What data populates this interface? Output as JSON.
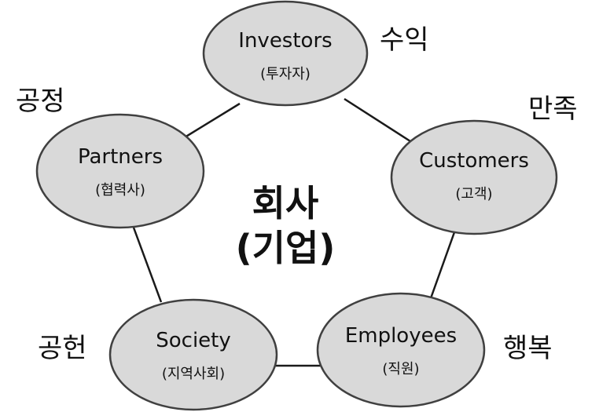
{
  "center": {
    "line1": "회사",
    "line2": "(기업)"
  },
  "nodes": {
    "investors": {
      "name": "Investors",
      "sub": "(투자자)",
      "outcome": "수익"
    },
    "customers": {
      "name": "Customers",
      "sub": "(고객)",
      "outcome": "만족"
    },
    "employees": {
      "name": "Employees",
      "sub": "(직원)",
      "outcome": "행복"
    },
    "society": {
      "name": "Society",
      "sub": "(지역사회)",
      "outcome": "공헌"
    },
    "partners": {
      "name": "Partners",
      "sub": "(협력사)",
      "outcome": "공정"
    }
  },
  "colors": {
    "node_fill": "#d9d9d9",
    "node_stroke": "#404040",
    "edge": "#1a1a1a"
  }
}
